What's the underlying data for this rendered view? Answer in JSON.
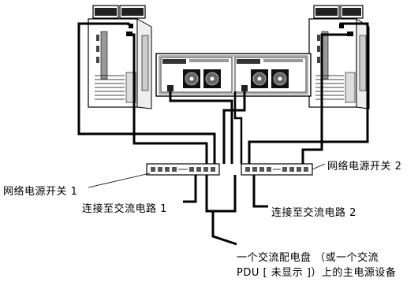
{
  "labels": {
    "switch1": "网络电源开关 1",
    "switch2": "网络电源开关 2",
    "circuit1": "连接至交流电路 1",
    "circuit2": "连接至交流电路 2",
    "pdu_line1": "一个交流配电盘 （或一个交流",
    "pdu_line2": "PDU [ 未显示 ]）上的主电源设备"
  }
}
